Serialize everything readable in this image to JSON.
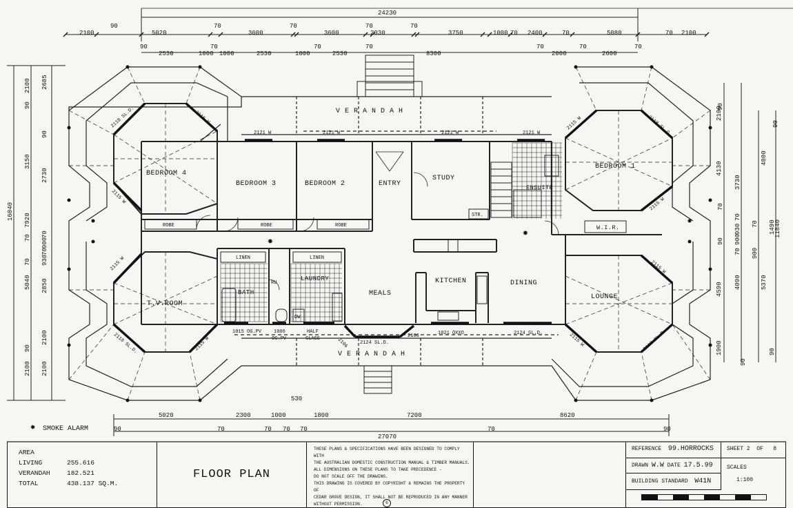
{
  "plan": {
    "overall_top": "24230",
    "top_row1": [
      "2100",
      "90",
      "5020",
      "70",
      "3600",
      "70",
      "3600",
      "70",
      "2030",
      "70",
      "3750",
      "1000",
      "70",
      "2400",
      "70",
      "5080",
      "70",
      "2100"
    ],
    "top_row2": [
      "90",
      "2530",
      "1000",
      "70",
      "1000",
      "2530",
      "1000",
      "70",
      "2530",
      "70",
      "8300",
      "70",
      "2000",
      "70",
      "2600",
      "70"
    ],
    "bottom_row": [
      "5020",
      "2300",
      "1000",
      "1800",
      "7200",
      "8620"
    ],
    "bottom_row_small": [
      "90",
      "70",
      "70",
      "70",
      "70",
      "70",
      "90"
    ],
    "overall_bottom": "27070",
    "left_dims": [
      "2100",
      "90",
      "2685",
      "90",
      "3150",
      "2730",
      "16040",
      "7920",
      "70",
      "70",
      "900",
      "70",
      "70",
      "930",
      "5040",
      "2850",
      "2100",
      "90",
      "2100",
      "2100"
    ],
    "right_dims": [
      "2100",
      "90",
      "90",
      "4130",
      "3730",
      "4800",
      "70",
      "70",
      "930",
      "90",
      "70",
      "900",
      "70",
      "1490",
      "11840",
      "900",
      "4590",
      "4090",
      "5370",
      "1900",
      "90",
      "90"
    ],
    "center_bottom": "530",
    "rooms": {
      "bed4": "BEDROOM 4",
      "bed3": "BEDROOM 3",
      "bed2": "BEDROOM 2",
      "entry": "ENTRY",
      "study": "STUDY",
      "ensuite": "ENSUITE",
      "bed1": "BEDROOM 1",
      "wir": "W.I.R.",
      "tv": "T.V.ROOM",
      "bath": "BATH",
      "laundry": "LAUNDRY",
      "meals": "MEALS",
      "kitchen": "KITCHEN",
      "dining": "DINING",
      "lounge": "LOUNGE",
      "verandah_top": "V E R A N D A H",
      "verandah_bottom": "V E R A N D A H"
    },
    "labels": {
      "robe1": "ROBE",
      "robe2": "ROBE",
      "robe3": "ROBE",
      "linen1": "LINEN",
      "linen2": "LINEN",
      "str": "STR.",
      "w1": "2121 W",
      "w2": "2121 W",
      "w3": "2121 W",
      "w4": "2121 W",
      "sld_tl": "2118 SL.D.",
      "w_tl": "2115 W",
      "w_tl2": "2115 W",
      "w_bl": "2115 W",
      "sld_bl": "2118 SL.D.",
      "w_bl2": "2115 W",
      "w_tr": "2115 W",
      "sld_tr": "2118 SL.D.",
      "w_tr2": "2115 W",
      "w_br": "2115 W",
      "sld_br": "2118 SL.D.",
      "w_br2": "2115 W",
      "d1015": "1015 OG.PV",
      "d1006a": "1006",
      "d1006b": "OG.PV",
      "half1": "HALF",
      "half2": "GLASS",
      "d2106a": "2106",
      "sld2124a": "2124 SL.D.",
      "d2106b": "2106",
      "d1021": "1021 OXXO",
      "sld2124b": "2124 SL.D.",
      "dw": "DW",
      "ru": "RU"
    }
  },
  "smoke_alarm": "SMOKE ALARM",
  "area": {
    "heading": "AREA",
    "living_label": "LIVING",
    "living_value": "255.616",
    "verandah_label": "VERANDAH",
    "verandah_value": "182.521",
    "total_label": "TOTAL",
    "total_value": "438.137 SQ.M."
  },
  "title": "FLOOR PLAN",
  "notes": [
    "THESE PLANS & SPECIFICATIONS HAVE BEEN DESIGNED TO COMPLY WITH",
    "THE AUSTRALIAN DOMESTIC CONSTRUCTION MANUAL & TIMBER MANUALS.",
    "ALL DIMENSIONS ON THESE PLANS TO TAKE PRECEDENCE -",
    "DO NOT SCALE OFF THE DRAWING.",
    "THIS DRAWING IS COVERED BY COPYRIGHT & REMAINS THE PROPERTY OF",
    "CEDAR GROVE DESIGN, IT SHALL NOT BE REPRODUCED IN ANY MANNER",
    "WITHOUT PERMISSION."
  ],
  "notes_mark": "6",
  "reference_label": "REFERENCE",
  "reference_value": "99.HORROCKS",
  "drawn_label": "DRAWN",
  "drawn_value": "W.W",
  "date_label": "DATE",
  "date_value": "17.5.99",
  "standard_label": "BUILDING STANDARD",
  "standard_value": "W41N",
  "sheet_label": "SHEET 2",
  "sheet_of": "OF",
  "sheet_total": "8",
  "scales_label": "SCALES",
  "scales_value": "1:100"
}
